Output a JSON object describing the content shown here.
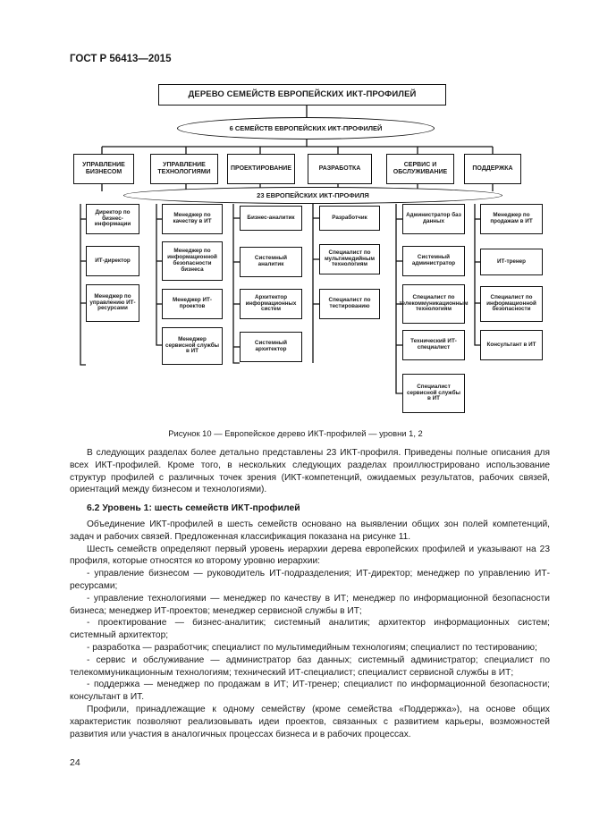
{
  "header": "ГОСТ Р 56413—2015",
  "diagram": {
    "title": "ДЕРЕВО СЕМЕЙСТВ ЕВРОПЕЙСКИХ ИКТ-ПРОФИЛЕЙ",
    "families_oval": "6 СЕМЕЙСТВ ЕВРОПЕЙСКИХ ИКТ-ПРОФИЛЕЙ",
    "profiles_oval": "23 ЕВРОПЕЙСКИХ ИКТ-ПРОФИЛЯ",
    "families": [
      "УПРАВЛЕНИЕ БИЗНЕСОМ",
      "УПРАВЛЕНИЕ ТЕХНОЛОГИЯМИ",
      "ПРОЕКТИРОВАНИЕ",
      "РАЗРАБОТКА",
      "СЕРВИС И ОБСЛУЖИВАНИЕ",
      "ПОДДЕРЖКА"
    ],
    "profiles": [
      [
        "Директор по бизнес-информации",
        "ИТ-директор",
        "Менеджер по управлению ИТ-ресурсами"
      ],
      [
        "Менеджер по качеству в ИТ",
        "Менеджер по информационной безопасности бизнеса",
        "Менеджер ИТ-проектов",
        "Менеджер сервисной службы в ИТ"
      ],
      [
        "Бизнес-аналитик",
        "Системный аналитик",
        "Архитектор информационных систем",
        "Системный архитектор"
      ],
      [
        "Разработчик",
        "Специалист по мультимедийным технологиям",
        "Специалист по тестированию"
      ],
      [
        "Администратор баз данных",
        "Системный администратор",
        "Специалист по телекоммуникационным технологиям",
        "Технический ИТ-специалист",
        "Специалист сервисной службы в ИТ"
      ],
      [
        "Менеджер по продажам в ИТ",
        "ИТ-тренер",
        "Специалист по информационной безопасности",
        "Консультант в ИТ"
      ]
    ]
  },
  "caption": "Рисунок 10 — Европейское дерево ИКТ-профилей — уровни 1, 2",
  "intro_paragraph": "В следующих разделах более детально представлены 23 ИКТ-профиля. Приведены полные описания для всех ИКТ-профилей. Кроме того, в нескольких следующих разделах проиллюстрировано использование структур профилей с различных точек зрения (ИКТ-компетенций, ожидаемых результатов, рабочих связей, ориентаций между бизнесом и технологиями).",
  "section_heading": "6.2 Уровень 1: шесть семейств ИКТ-профилей",
  "paragraphs": [
    "Объединение ИКТ-профилей в шесть семейств основано на выявлении общих зон полей компетенций, задач и рабочих связей. Предложенная классификация показана на рисунке 11.",
    "Шесть семейств определяют первый уровень иерархии дерева европейских профилей и указывают на 23 профиля, которые относятся ко второму уровню иерархии:",
    "- управление бизнесом — руководитель ИТ-подразделения; ИТ-директор; менеджер по управлению ИТ-ресурсами;",
    "- управление технологиями — менеджер по качеству в ИТ; менеджер по информационной безопасности бизнеса; менеджер ИТ-проектов; менеджер сервисной службы в ИТ;",
    "- проектирование — бизнес-аналитик; системный аналитик; архитектор информационных систем; системный архитектор;",
    "- разработка — разработчик; специалист по мультимедийным технологиям; специалист по тестированию;",
    "- сервис и обслуживание — администратор баз данных; системный администратор; специалист по телекоммуникационным технологиям; технический ИТ-специалист; специалист сервисной службы в ИТ;",
    "- поддержка — менеджер по продажам в ИТ; ИТ-тренер; специалист по информационной безопасности; консультант в ИТ.",
    "Профили, принадлежащие к одному семейству (кроме семейства «Поддержка»), на основе общих характеристик позволяют реализовывать идеи проектов, связанных с развитием карьеры, возможностей развития или участия в аналогичных процессах бизнеса и в рабочих процессах."
  ],
  "page_number": "24"
}
